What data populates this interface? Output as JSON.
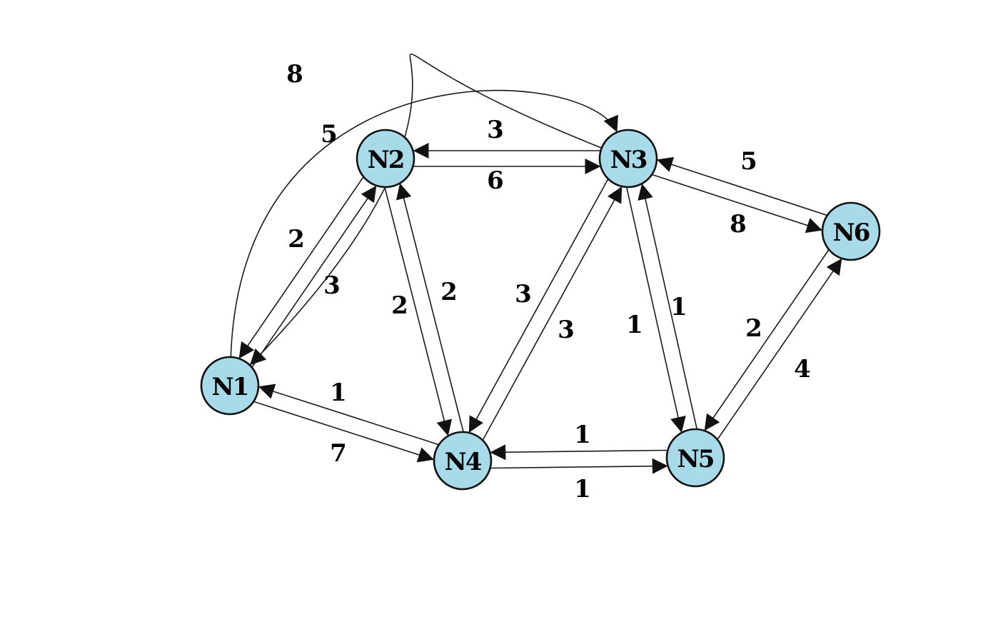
{
  "nodes": [
    {
      "id": "N1",
      "label": "N1"
    },
    {
      "id": "N2",
      "label": "N2"
    },
    {
      "id": "N3",
      "label": "N3"
    },
    {
      "id": "N4",
      "label": "N4"
    },
    {
      "id": "N5",
      "label": "N5"
    },
    {
      "id": "N6",
      "label": "N6"
    }
  ],
  "edges": [
    {
      "from": "N1",
      "to": "N2",
      "weight": "2"
    },
    {
      "from": "N2",
      "to": "N1",
      "weight": "3"
    },
    {
      "from": "N1",
      "to": "N4",
      "weight": "1"
    },
    {
      "from": "N4",
      "to": "N1",
      "weight": "7"
    },
    {
      "from": "N1",
      "to": "N3",
      "weight": "5"
    },
    {
      "from": "N3",
      "to": "N1",
      "weight": "8"
    },
    {
      "from": "N2",
      "to": "N3",
      "weight": "3"
    },
    {
      "from": "N3",
      "to": "N2",
      "weight": "6"
    },
    {
      "from": "N2",
      "to": "N4",
      "weight": "2"
    },
    {
      "from": "N4",
      "to": "N2",
      "weight": "2"
    },
    {
      "from": "N3",
      "to": "N4",
      "weight": "3"
    },
    {
      "from": "N4",
      "to": "N3",
      "weight": "3"
    },
    {
      "from": "N3",
      "to": "N5",
      "weight": "1"
    },
    {
      "from": "N5",
      "to": "N3",
      "weight": "1"
    },
    {
      "from": "N3",
      "to": "N6",
      "weight": "5"
    },
    {
      "from": "N6",
      "to": "N3",
      "weight": "8"
    },
    {
      "from": "N4",
      "to": "N5",
      "weight": "1"
    },
    {
      "from": "N5",
      "to": "N4",
      "weight": "1"
    },
    {
      "from": "N5",
      "to": "N6",
      "weight": "2"
    },
    {
      "from": "N6",
      "to": "N5",
      "weight": "4"
    }
  ]
}
